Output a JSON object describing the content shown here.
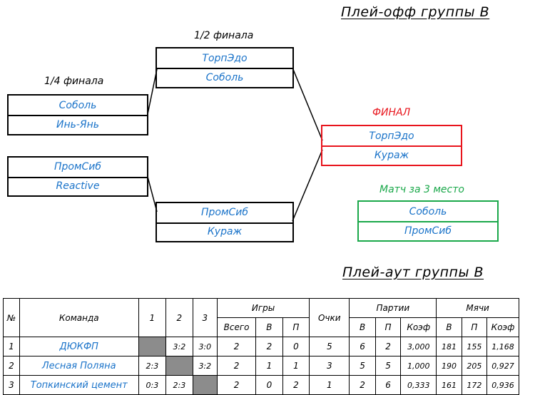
{
  "playoff": {
    "title": "Плей-офф группы В",
    "quarterfinal_label": "1/4 финала",
    "semifinal_label": "1/2 финала",
    "final_label": "ФИНАЛ",
    "third_place_label": "Матч за 3 место",
    "qf1": [
      "Соболь",
      "Инь-Янь"
    ],
    "qf2": [
      "ПромСиб",
      "Reactive"
    ],
    "sf1": [
      "ТорпЭдо",
      "Соболь"
    ],
    "sf2": [
      "ПромСиб",
      "Кураж"
    ],
    "final": [
      "ТорпЭдо",
      "Кураж"
    ],
    "third": [
      "Соболь",
      "ПромСиб"
    ],
    "colors": {
      "team_text": "#1a73c9",
      "final": "#e8141c",
      "third": "#1aa84a"
    }
  },
  "playout": {
    "title": "Плей-аут группы В",
    "headers": {
      "num": "№",
      "team": "Команда",
      "c1": "1",
      "c2": "2",
      "c3": "3",
      "games": "Игры",
      "total": "Всего",
      "w": "В",
      "l": "П",
      "points": "Очки",
      "sets": "Партии",
      "sets_w": "В",
      "sets_l": "П",
      "sets_k": "Коэф",
      "balls": "Мячи",
      "balls_w": "В",
      "balls_l": "П",
      "balls_k": "Коэф"
    },
    "rows": [
      {
        "n": "1",
        "team": "ДЮКФП",
        "r1": "",
        "r2": "3:2",
        "r3": "3:0",
        "total": "2",
        "w": "2",
        "l": "0",
        "pts": "5",
        "sw": "6",
        "sl": "2",
        "sk": "3,000",
        "bw": "181",
        "bl": "155",
        "bk": "1,168"
      },
      {
        "n": "2",
        "team": "Лесная Поляна",
        "r1": "2:3",
        "r2": "",
        "r3": "3:2",
        "total": "2",
        "w": "1",
        "l": "1",
        "pts": "3",
        "sw": "5",
        "sl": "5",
        "sk": "1,000",
        "bw": "190",
        "bl": "205",
        "bk": "0,927"
      },
      {
        "n": "3",
        "team": "Топкинский цемент",
        "r1": "0:3",
        "r2": "2:3",
        "r3": "",
        "total": "2",
        "w": "0",
        "l": "2",
        "pts": "1",
        "sw": "2",
        "sl": "6",
        "sk": "0,333",
        "bw": "161",
        "bl": "172",
        "bk": "0,936"
      }
    ]
  }
}
